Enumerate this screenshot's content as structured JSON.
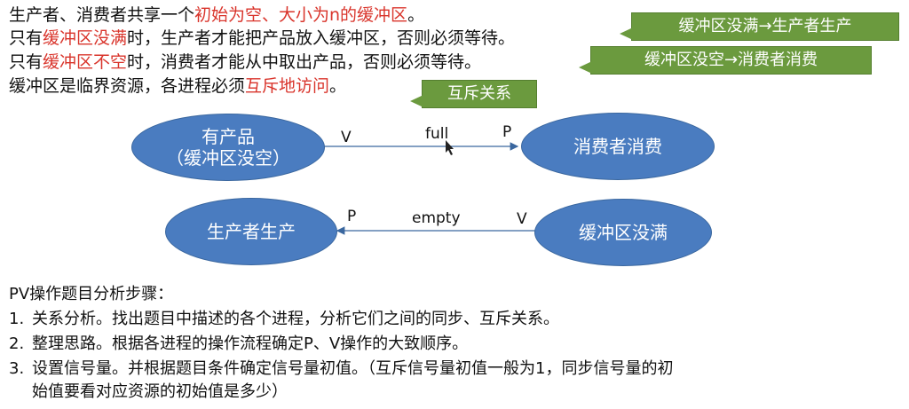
{
  "intro": {
    "line1": {
      "plain": "生产者、消费者共享一个",
      "red": "初始为空、大小为n的缓冲区",
      "end": "。"
    },
    "line2": {
      "pre": "只有",
      "red": "缓冲区没满",
      "post": "时，生产者才能把产品放入缓冲区，否则必须等待。"
    },
    "line3": {
      "pre": "只有",
      "red": "缓冲区不空",
      "post": "时，消费者才能从中取出产品，否则必须等待。"
    },
    "line4": {
      "pre": "缓冲区是临界资源，各进程必须",
      "red": "互斥地访问",
      "post": "。"
    }
  },
  "callouts": {
    "notfull": "缓冲区没满→生产者生产",
    "notempty": "缓冲区没空→消费者消费",
    "mutex": "互斥关系"
  },
  "diagram": {
    "nodes": {
      "has_product_line1": "有产品",
      "has_product_line2": "（缓冲区没空）",
      "consumer": "消费者消费",
      "producer": "生产者生产",
      "not_full": "缓冲区没满"
    },
    "edges": {
      "full": {
        "label": "full",
        "from_op": "V",
        "to_op": "P"
      },
      "empty": {
        "label": "empty",
        "from_op": "V",
        "to_op": "P"
      }
    },
    "colors": {
      "node_fill": "#4a7cc0",
      "callout_fill": "#6b9a3e",
      "highlight": "#d9342b"
    }
  },
  "steps": {
    "title": "PV操作题目分析步骤：",
    "items": [
      {
        "num": "1.",
        "text": "关系分析。找出题目中描述的各个进程，分析它们之间的同步、互斥关系。"
      },
      {
        "num": "2.",
        "text": "整理思路。根据各进程的操作流程确定P、V操作的大致顺序。"
      },
      {
        "num": "3.",
        "text": "设置信号量。并根据题目条件确定信号量初值。（互斥信号量初值一般为1，同步信号量的初"
      }
    ],
    "item3_cont": "始值要看对应资源的初始值是多少）"
  }
}
